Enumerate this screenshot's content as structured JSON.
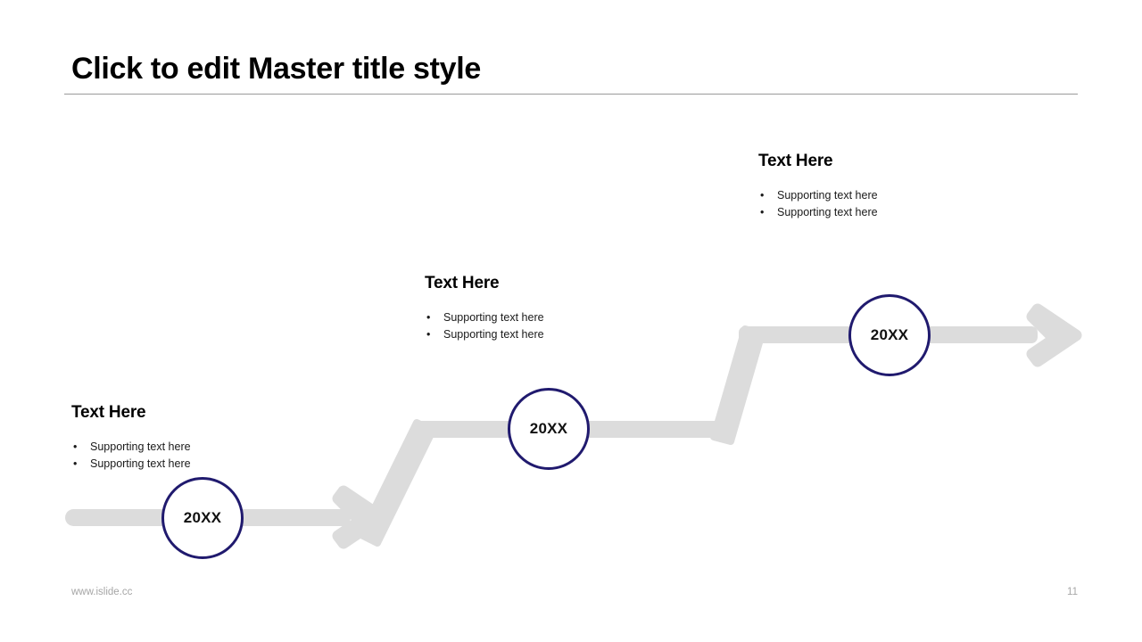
{
  "slide": {
    "title": "Click to edit Master title style",
    "accent_navy": "#201A6E",
    "arrow_gray": "#DCDCDC",
    "rule_color": "#9A9A9A"
  },
  "milestones": [
    {
      "id": "milestone-1",
      "year": "20XX",
      "heading": "Text Here",
      "bullet_glyph": "•",
      "bullets": [
        "Supporting  text here",
        "Supporting  text here"
      ]
    },
    {
      "id": "milestone-2",
      "year": "20XX",
      "heading": "Text Here",
      "bullet_glyph": "•",
      "bullets": [
        "Supporting  text here",
        "Supporting  text here"
      ]
    },
    {
      "id": "milestone-3",
      "year": "20XX",
      "heading": "Text Here",
      "bullet_glyph": "•",
      "bullets": [
        "Supporting  text here",
        "Supporting  text here"
      ]
    }
  ],
  "footer": {
    "url": "www.islide.cc",
    "page_number": "11"
  }
}
